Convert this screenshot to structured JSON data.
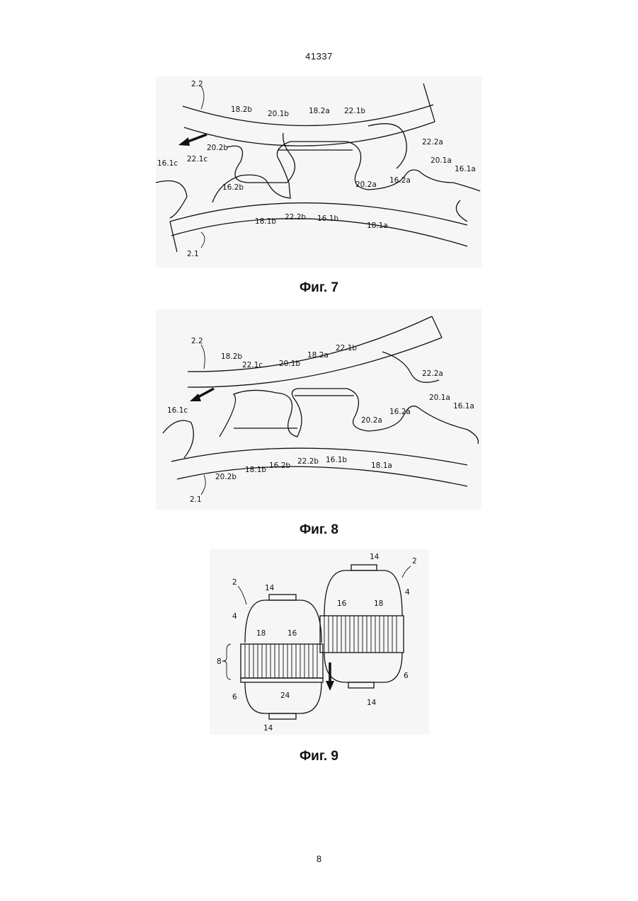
{
  "header": {
    "doc_number": "41337"
  },
  "figures": [
    {
      "caption": "Фиг. 7",
      "labels": {
        "l22": "2.2",
        "l21": "2.1",
        "l182b": "18.2b",
        "l201b": "20.1b",
        "l182a": "18.2a",
        "l221b": "22.1b",
        "l222a": "22.2a",
        "l202b": "20.2b",
        "l221c": "22.1c",
        "l161c": "16.1c",
        "l162b": "16.2b",
        "l181b": "18.1b",
        "l222b": "22.2b",
        "l161b": "16.1b",
        "l181a": "18.1a",
        "l202a": "20.2a",
        "l162a": "16.2a",
        "l201a": "20.1a",
        "l161a": "16.1a"
      }
    },
    {
      "caption": "Фиг. 8",
      "labels": {
        "l22": "2.2",
        "l21": "2.1",
        "l182b": "18.2b",
        "l221c": "22.1c",
        "l201b": "20.1b",
        "l182a": "18.2a",
        "l221b": "22.1b",
        "l222a": "22.2a",
        "l161c": "16.1c",
        "l202b": "20.2b",
        "l181b": "18.1b",
        "l162b": "16.2b",
        "l222b": "22.2b",
        "l161b": "16.1b",
        "l181a": "18.1a",
        "l202a": "20.2a",
        "l162a": "16.2a",
        "l201a": "20.1a",
        "l161a": "16.1a"
      }
    },
    {
      "caption": "Фиг. 9",
      "labels": {
        "l2_left": "2",
        "l2_right": "2",
        "l14_a": "14",
        "l14_b": "14",
        "l14_c": "14",
        "l14_d": "14",
        "l4_left": "4",
        "l4_right": "4",
        "l16_left": "16",
        "l16_right": "16",
        "l18_left": "18",
        "l18_right": "18",
        "l8": "8",
        "l6_left": "6",
        "l6_right": "6",
        "l24": "24"
      }
    }
  ],
  "footer": {
    "page_number": "8"
  }
}
